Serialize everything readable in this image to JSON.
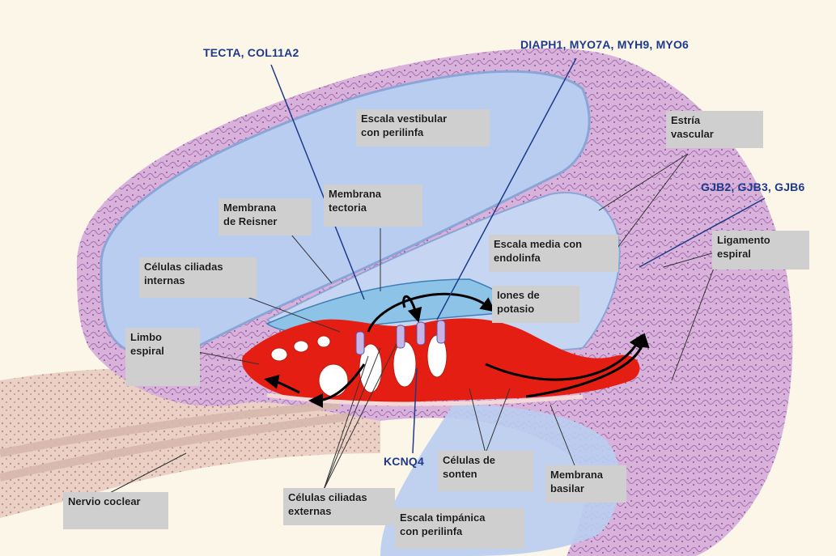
{
  "colors": {
    "background": "#fbf6e8",
    "fluid": "#b9cdf0",
    "tissue": "#d9b2dc",
    "organ": "#e41e12",
    "membrane": "#8ec3e8",
    "label_box": "#cfcfcf",
    "gene_text": "#1e3a8a"
  },
  "genes": {
    "tecta": "TECTA, COL11A2",
    "diaph": "DIAPH1, MYO7A, MYH9, MYO6",
    "gjb": "GJB2, GJB3, GJB6",
    "kcnq": "KCNQ4"
  },
  "labels": {
    "escala_vestibular": "Escala vestibular\ncon perilinfa",
    "estria_vascular": "Estría\nvascular",
    "membrana_tectoria": "Membrana\ntectoria",
    "membrana_reisner": "Membrana\nde Reisner",
    "escala_media": "Escala media con\nendolinfa",
    "ligamento_espiral": "Ligamento\nespiral",
    "celulas_ciliadas_internas": "Células ciliadas\ninternas",
    "iones_potasio": "Iones de\npotasio",
    "limbo_espiral": "Limbo\nespiral",
    "celulas_sonten": "Células de\nsonten",
    "membrana_basilar": "Membrana\nbasilar",
    "nervio_coclear": "Nervio coclear",
    "celulas_ciliadas_externas": "Células ciliadas\nexternas",
    "escala_timpanica": "Escala timpánica\ncon perilinfa"
  }
}
